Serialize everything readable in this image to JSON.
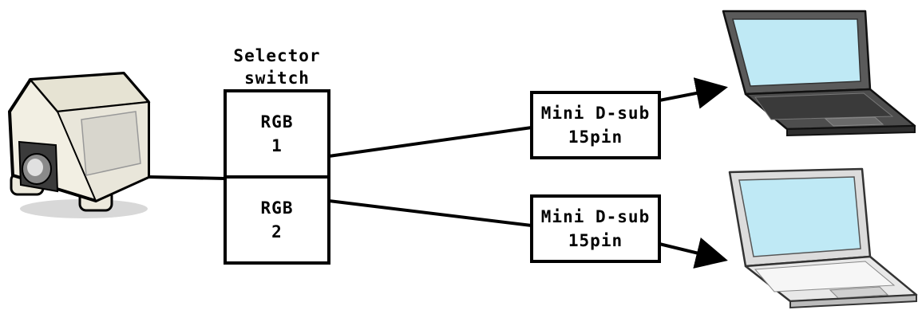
{
  "selector": {
    "title_line1": "Selector",
    "title_line2": "switch",
    "ports": [
      {
        "line1": "RGB",
        "line2": "1"
      },
      {
        "line1": "RGB",
        "line2": "2"
      }
    ]
  },
  "connectors": [
    {
      "line1": "Mini D-sub",
      "line2": "15pin"
    },
    {
      "line1": "Mini D-sub",
      "line2": "15pin"
    }
  ],
  "devices": {
    "source": "projector-icon",
    "targets": [
      "laptop-icon",
      "laptop-icon"
    ]
  },
  "colors": {
    "line": "#000000",
    "laptop_dark_body": "#5a5a5a",
    "laptop_light_body": "#dcdcdc",
    "laptop_screen": "#bfe9f5",
    "projector_body": "#f2efe3"
  }
}
